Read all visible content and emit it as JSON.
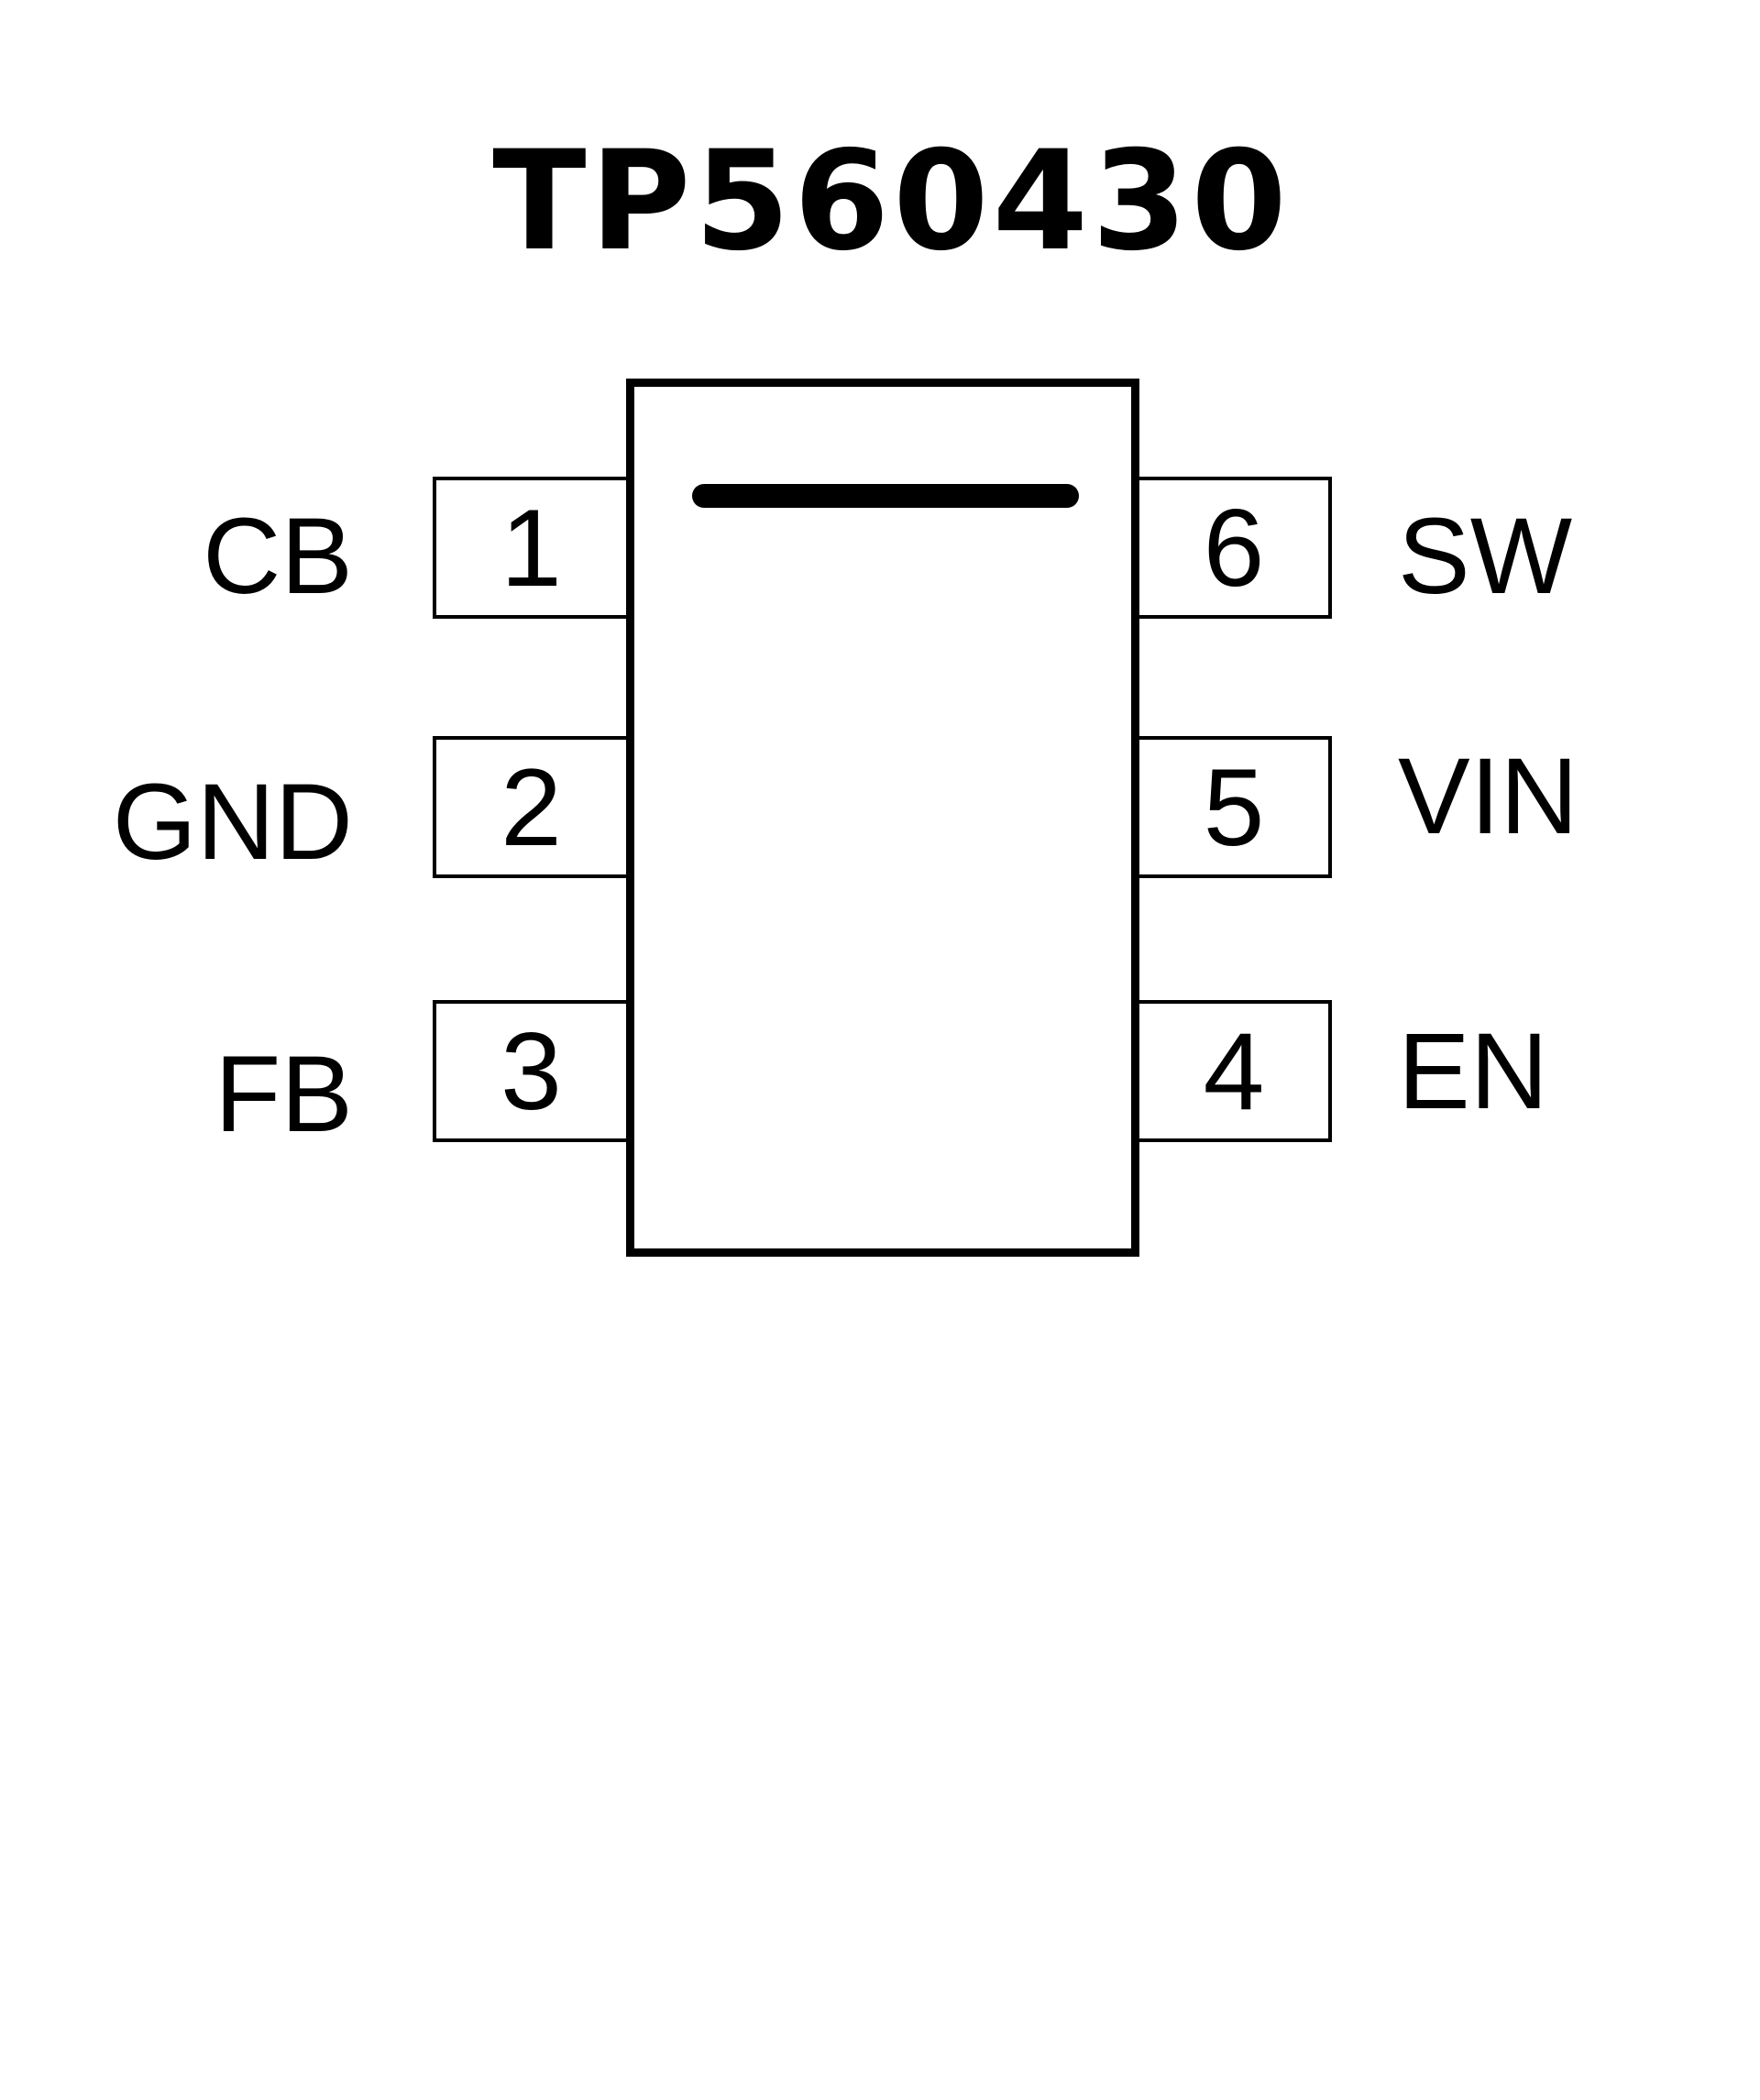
{
  "title": "TP560430",
  "pins": [
    {
      "number": "1",
      "name": "CB"
    },
    {
      "number": "2",
      "name": "GND"
    },
    {
      "number": "3",
      "name": "FB"
    },
    {
      "number": "4",
      "name": "EN"
    },
    {
      "number": "5",
      "name": "VIN"
    },
    {
      "number": "6",
      "name": "SW"
    }
  ]
}
